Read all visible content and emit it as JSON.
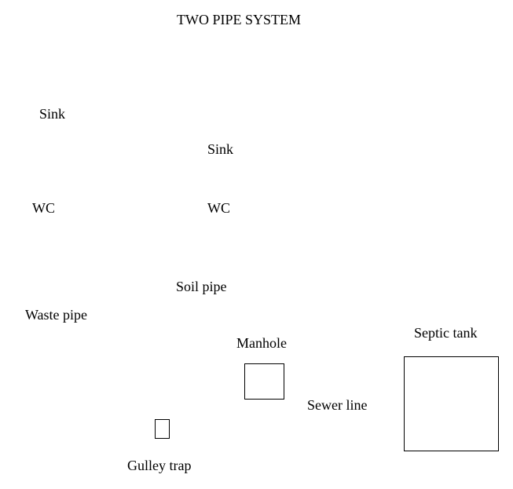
{
  "title": "TWO PIPE SYSTEM",
  "labels": {
    "sink_left": "Sink",
    "sink_right": "Sink",
    "wc_left": "WC",
    "wc_right": "WC",
    "soil_pipe": "Soil pipe",
    "waste_pipe": "Waste pipe",
    "manhole": "Manhole",
    "septic_tank": "Septic tank",
    "sewer_line": "Sewer line",
    "gulley_trap": "Gulley trap"
  }
}
